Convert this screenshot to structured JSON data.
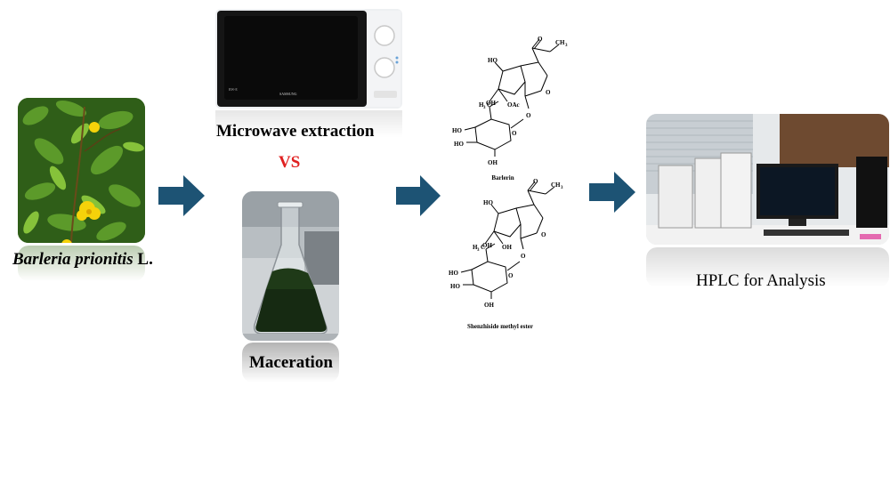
{
  "plant": {
    "label_italic": "Barleria prionitis",
    "label_suffix": " L."
  },
  "microwave": {
    "label": "Microwave extraction",
    "brand": "SAMSUNG"
  },
  "versus": {
    "label": "VS",
    "color": "#e02020"
  },
  "maceration": {
    "label": "Maceration"
  },
  "compounds": {
    "barlerin": {
      "name": "Barlerin",
      "labels": {
        "ho_top": "HO",
        "o_carbonyl": "O",
        "ch3": "CH",
        "ch3_sub": "3",
        "o_ring": "O",
        "oac": "OAc",
        "h3c": "H",
        "h3c_sub": "3",
        "h3c_c": "C",
        "o_link": "O",
        "oh6": "OH",
        "o_sugar": "O",
        "ho_a": "HO",
        "ho_b": "HO",
        "oh_bot": "OH"
      }
    },
    "shenzhiside": {
      "name": "Shenzhiside methyl ester",
      "labels": {
        "ho_top": "HO",
        "o_carbonyl": "O",
        "ch3": "CH",
        "ch3_sub": "3",
        "o_ring": "O",
        "oh_c8": "OH",
        "h3c": "H",
        "h3c_sub": "3",
        "h3c_c": "C",
        "o_link": "O",
        "oh6": "OH",
        "o_sugar": "O",
        "ho_a": "HO",
        "ho_b": "HO",
        "oh_bot": "OH"
      }
    }
  },
  "hplc": {
    "label": "HPLC for Analysis"
  },
  "colors": {
    "arrow": "#1d5374",
    "plant_green": "#3f7a1e",
    "flower_yellow": "#f5d20a"
  }
}
